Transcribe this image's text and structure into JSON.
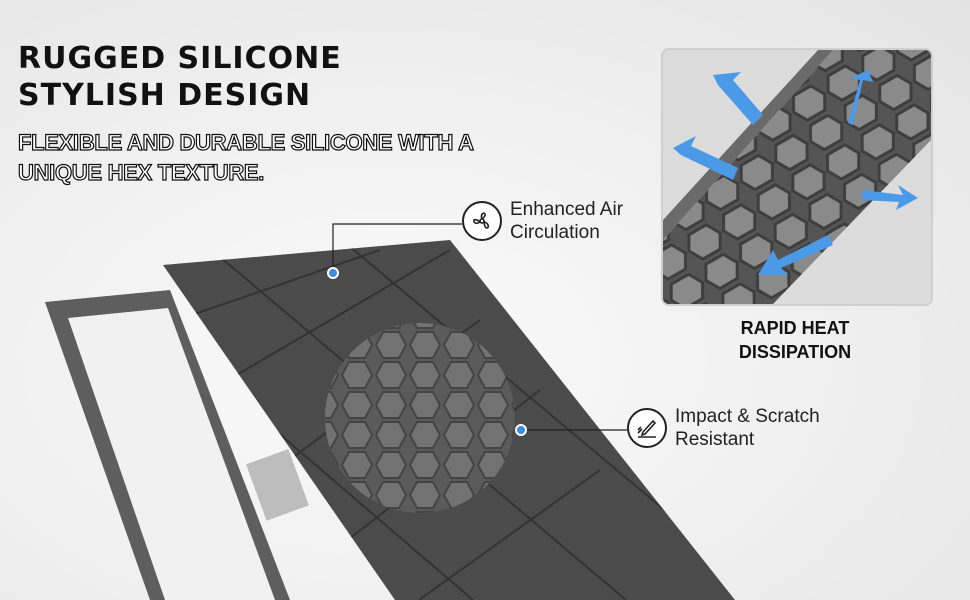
{
  "headline": {
    "line1": "RUGGED SILICONE",
    "line2": "STYLISH DESIGN"
  },
  "subheadline": {
    "line1": "FLEXIBLE AND DURABLE SILICONE WITH A",
    "line2": "UNIQUE HEX TEXTURE."
  },
  "callouts": [
    {
      "icon": "fan-icon",
      "line1": "Enhanced Air",
      "line2": "Circulation"
    },
    {
      "icon": "scratch-pen-icon",
      "line1": "Impact & Scratch",
      "line2": "Resistant"
    }
  ],
  "inset": {
    "caption_line1": "RAPID HEAT",
    "caption_line2": "DISSIPATION"
  },
  "colors": {
    "case": "#4b4b4b",
    "accent": "#3a8ee0",
    "arrow": "#4a9ae8"
  }
}
